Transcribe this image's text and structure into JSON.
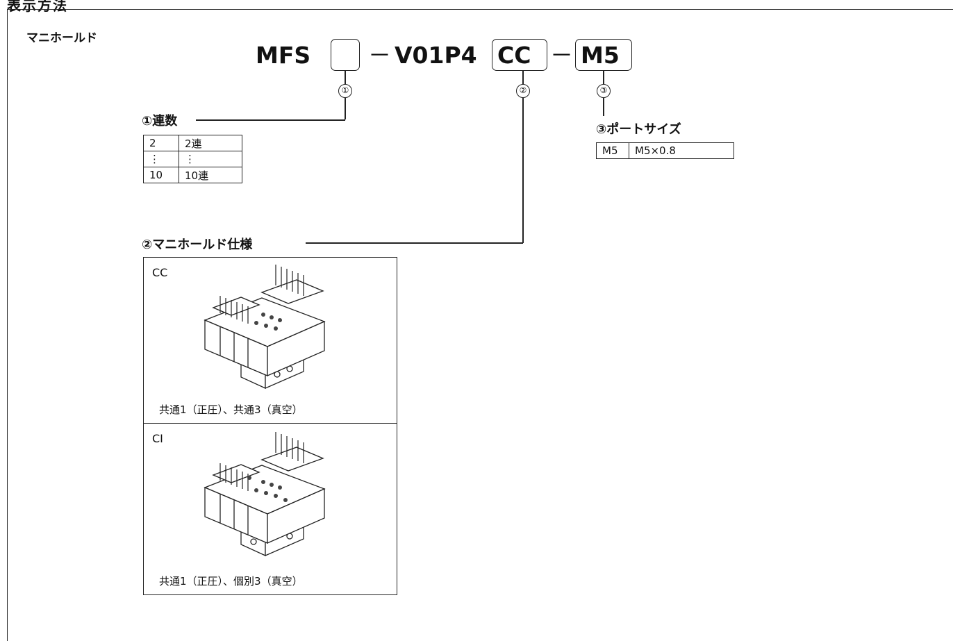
{
  "top_heading": "表示方法",
  "section_title": "マニホールド",
  "model_code": {
    "prefix": "MFS",
    "dash1": "－",
    "middle": "V01P4",
    "spec_value": "CC",
    "dash2": "－",
    "port_value": "M5"
  },
  "markers": [
    "①",
    "②",
    "③"
  ],
  "stations": {
    "heading": "①連数",
    "rows": [
      [
        "2",
        "2連"
      ],
      [
        "⋮",
        "⋮"
      ],
      [
        "10",
        "10連"
      ]
    ]
  },
  "port_size": {
    "heading": "③ポートサイズ",
    "rows": [
      [
        "M5",
        "M5×0.8"
      ]
    ]
  },
  "manifold_spec": {
    "heading": "②マニホールド仕様",
    "options": [
      {
        "code": "CC",
        "caption": "共通1（正圧）、共通3（真空）"
      },
      {
        "code": "CI",
        "caption": "共通1（正圧）、個別3（真空）"
      }
    ]
  }
}
